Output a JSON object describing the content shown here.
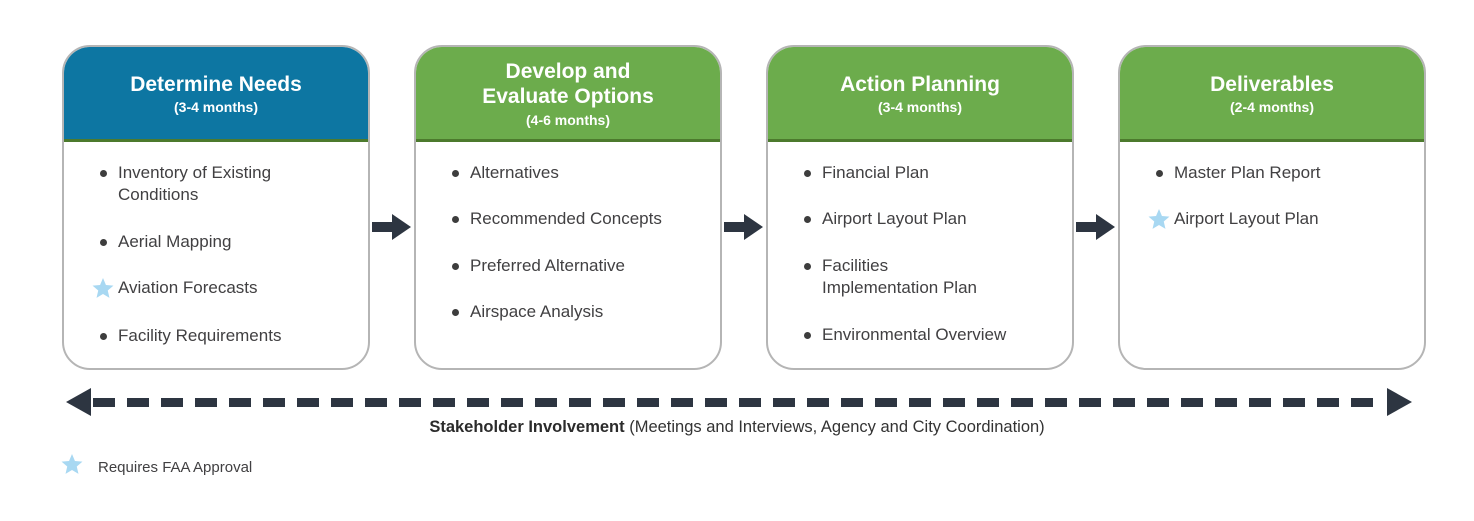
{
  "colors": {
    "blue": "#0d76a2",
    "green": "#6cac4c",
    "header_rule": "#4c7a2d",
    "arrow": "#2d3541",
    "star": "#a8d8f2",
    "text": "#414042",
    "border": "#b5b5b5"
  },
  "phases": [
    {
      "id": "determine-needs",
      "title_lines": [
        "Determine Needs"
      ],
      "duration": "(3-4 months)",
      "header": "blue",
      "items": [
        {
          "marker": "bullet",
          "lines": [
            "Inventory of Existing",
            "Conditions"
          ]
        },
        {
          "marker": "bullet",
          "lines": [
            "Aerial Mapping"
          ]
        },
        {
          "marker": "star",
          "lines": [
            "Aviation Forecasts"
          ]
        },
        {
          "marker": "bullet",
          "lines": [
            "Facility Requirements"
          ]
        }
      ]
    },
    {
      "id": "develop-evaluate-options",
      "title_lines": [
        "Develop and",
        "Evaluate Options"
      ],
      "duration": "(4-6 months)",
      "header": "green",
      "items": [
        {
          "marker": "bullet",
          "lines": [
            "Alternatives"
          ]
        },
        {
          "marker": "bullet",
          "lines": [
            "Recommended Concepts"
          ]
        },
        {
          "marker": "bullet",
          "lines": [
            "Preferred Alternative"
          ]
        },
        {
          "marker": "bullet",
          "lines": [
            "Airspace Analysis"
          ]
        }
      ]
    },
    {
      "id": "action-planning",
      "title_lines": [
        "Action Planning"
      ],
      "duration": "(3-4 months)",
      "header": "green",
      "items": [
        {
          "marker": "bullet",
          "lines": [
            "Financial Plan"
          ]
        },
        {
          "marker": "bullet",
          "lines": [
            "Airport Layout Plan"
          ]
        },
        {
          "marker": "bullet",
          "lines": [
            "Facilities",
            "Implementation Plan"
          ]
        },
        {
          "marker": "bullet",
          "lines": [
            "Environmental Overview"
          ]
        }
      ]
    },
    {
      "id": "deliverables",
      "title_lines": [
        "Deliverables"
      ],
      "duration": "(2-4 months)",
      "header": "green",
      "items": [
        {
          "marker": "bullet",
          "lines": [
            "Master Plan Report"
          ]
        },
        {
          "marker": "star",
          "lines": [
            "Airport Layout Plan"
          ]
        }
      ]
    }
  ],
  "timeline": {
    "label_bold": "Stakeholder Involvement",
    "label_detail": " (Meetings and Interviews, Agency and City Coordination)"
  },
  "legend": {
    "star_label": "Requires FAA Approval"
  }
}
